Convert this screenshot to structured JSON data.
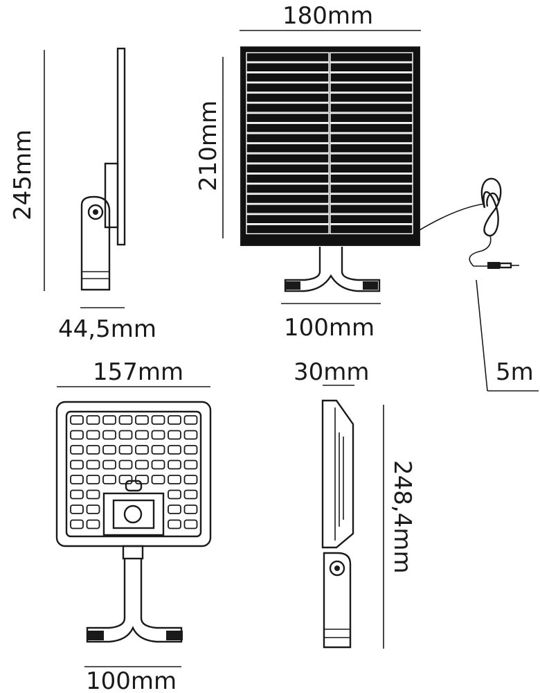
{
  "dimensions": {
    "panel_width": "180mm",
    "panel_height": "210mm",
    "panel_base_width": "100mm",
    "side_view_height": "245mm",
    "side_view_depth": "44,5mm",
    "cable_length": "5m",
    "lamp_width": "157mm",
    "lamp_depth": "30mm",
    "lamp_height": "248,4mm",
    "lamp_base_width": "100mm"
  },
  "colors": {
    "line": "#1a1a1a",
    "panel_fill": "#111111",
    "background": "#ffffff"
  }
}
